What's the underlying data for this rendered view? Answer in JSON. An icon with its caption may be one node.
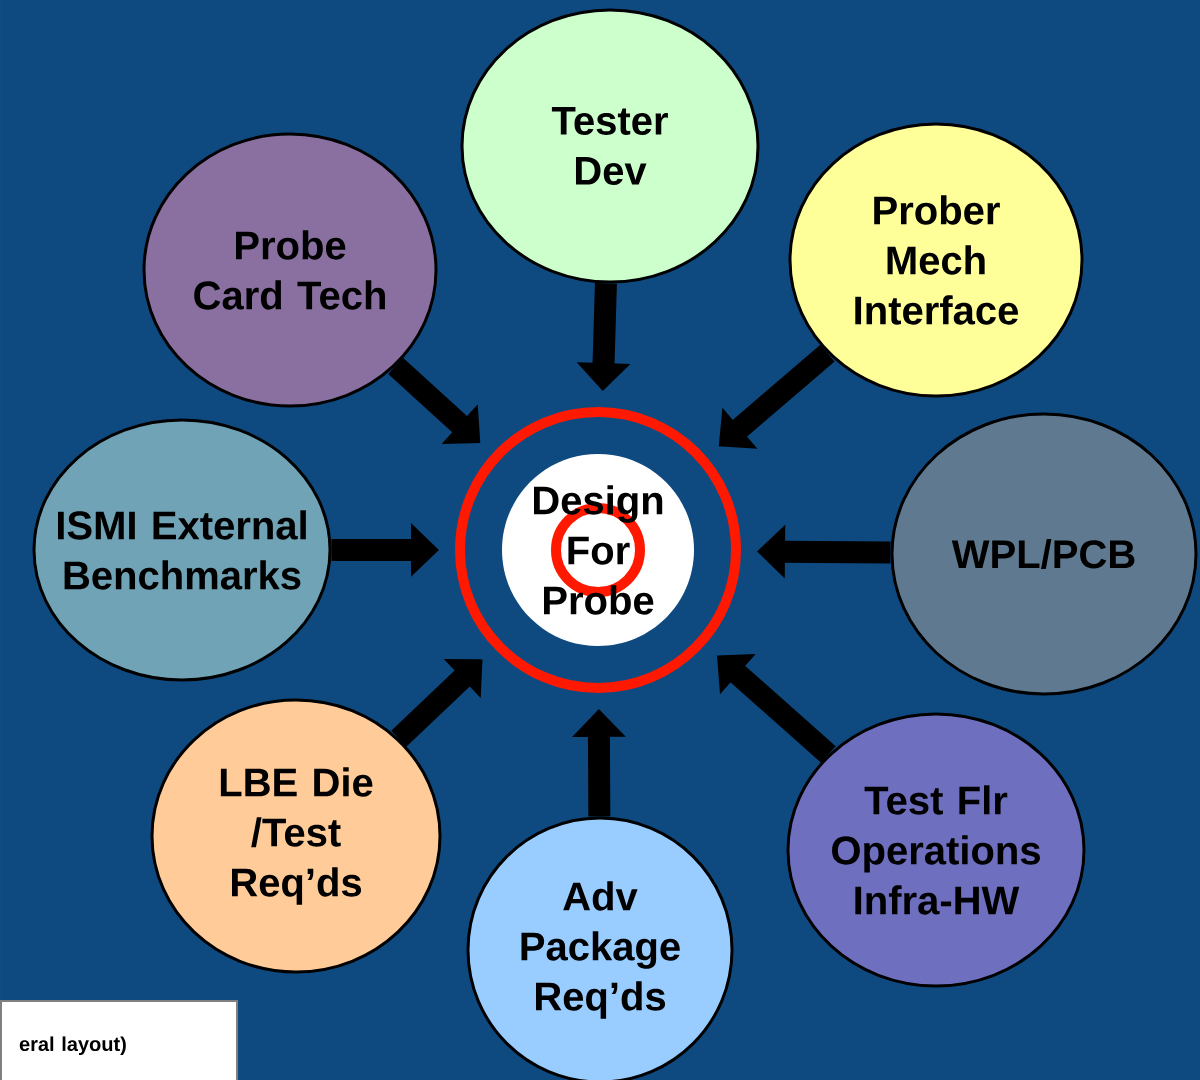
{
  "diagram": {
    "nodes": [
      {
        "text": [
          "Design For Probe"
        ]
      },
      {
        "text": [
          "Tester Dev"
        ]
      },
      {
        "text": [
          "Probe Card Tech"
        ]
      },
      {
        "text": [
          "Prober Mech Interface"
        ]
      },
      {
        "text": [
          "ISMI External Benchmarks"
        ]
      },
      {
        "text": [
          "WPL/PCB"
        ]
      },
      {
        "text": [
          "LBE Die /Test Req’ds"
        ]
      },
      {
        "text": [
          "Test Flr Operations Infra-HW"
        ]
      },
      {
        "text": [
          "Adv Package Req’ds"
        ]
      }
    ],
    "edges": [
      {
        "from": 1,
        "to": 0,
        "arrow": "to"
      },
      {
        "from": 2,
        "to": 0,
        "arrow": "to"
      },
      {
        "from": 3,
        "to": 0,
        "arrow": "to"
      },
      {
        "from": 4,
        "to": 0,
        "arrow": "to"
      },
      {
        "from": 5,
        "to": 0,
        "arrow": "to"
      },
      {
        "from": 6,
        "to": 0,
        "arrow": "to"
      },
      {
        "from": 7,
        "to": 0,
        "arrow": "to"
      },
      {
        "from": 8,
        "to": 0,
        "arrow": "to"
      }
    ],
    "labels": [
      "eral layout)"
    ]
  }
}
